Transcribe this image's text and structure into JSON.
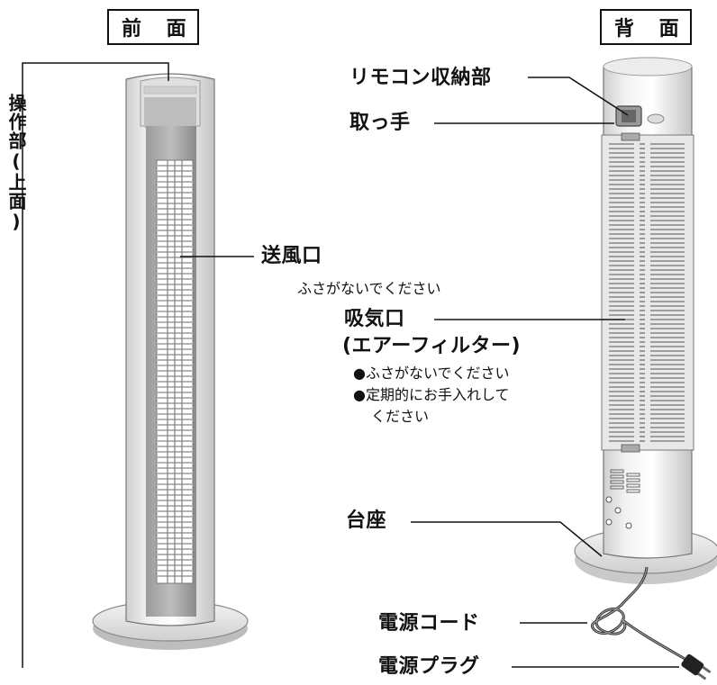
{
  "headers": {
    "front": "前 面",
    "back": "背 面"
  },
  "front_labels": {
    "control_panel": "操作部(上面)",
    "outlet": "送風口",
    "outlet_note": "ふさがないでください"
  },
  "back_labels": {
    "remote_storage": "リモコン収納部",
    "handle": "取っ手",
    "intake": "吸気口",
    "intake_sub": "(エアーフィルター)",
    "intake_note1": "●ふさがないでください",
    "intake_note2": "●定期的にお手入れして",
    "intake_note2b": "ください",
    "base": "台座",
    "power_cord": "電源コード",
    "power_plug": "電源プラグ"
  }
}
